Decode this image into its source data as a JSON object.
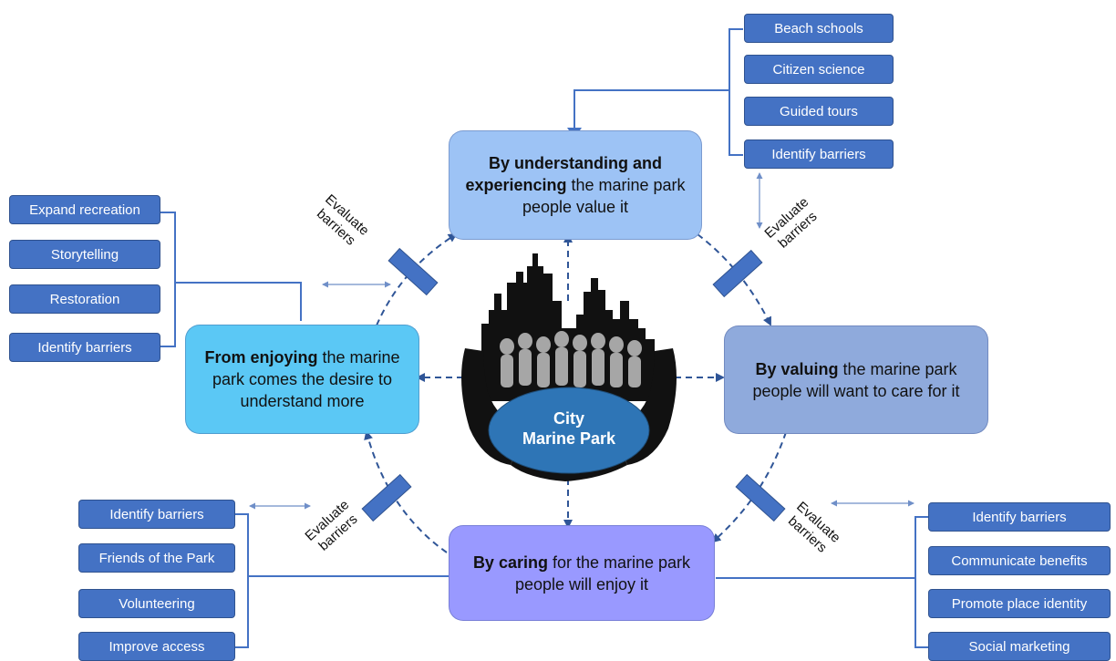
{
  "center": {
    "line1": "City",
    "line2": "Marine Park"
  },
  "nodes": {
    "understanding": {
      "bold": "By understanding and experiencing",
      "rest": " the marine park people value it",
      "color": "#9dc3f5"
    },
    "valuing": {
      "bold": "By valuing",
      "rest": " the marine park people will want to care for it",
      "color": "#8faadc"
    },
    "caring": {
      "bold": "By caring",
      "rest": " for the marine park people will enjoy it",
      "color": "#9999ff"
    },
    "enjoying": {
      "bold": "From enjoying",
      "rest": " the marine park comes the desire to understand more",
      "color": "#5bc8f5"
    }
  },
  "evaluate": {
    "line1": "Evaluate",
    "line2": "barriers"
  },
  "top_right_tags": [
    "Beach schools",
    "Citizen science",
    "Guided tours",
    "Identify barriers"
  ],
  "left_tags": [
    "Expand recreation",
    "Storytelling",
    "Restoration",
    "Identify barriers"
  ],
  "bottom_left_tags": [
    "Identify barriers",
    "Friends of the Park",
    "Volunteering",
    "Improve access"
  ],
  "bottom_right_tags": [
    "Identify barriers",
    "Communicate benefits",
    "Promote place identity",
    "Social marketing"
  ],
  "colors": {
    "tag": "#4472c4",
    "connector": "#2f5597",
    "bar": "#4472c4"
  }
}
